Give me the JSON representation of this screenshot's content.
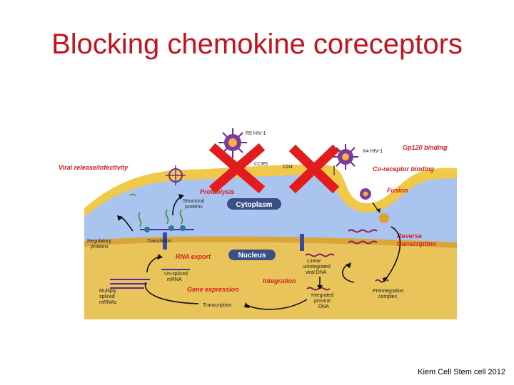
{
  "slide": {
    "title": "Blocking chemokine coreceptors",
    "citation": "Kiem Cell Stem cell 2012"
  },
  "diagram": {
    "viruses": {
      "r5": "R5 HIV-1",
      "x4": "X4 HIV-1"
    },
    "receptors": {
      "ccr5": "CCR5",
      "cd4": "CD4"
    },
    "compartments": {
      "cytoplasm": "Cytoplasm",
      "nucleus": "Nucleus"
    },
    "steps": {
      "viral_release": "Viral release/infectivity",
      "gp120_binding": "Gp120 binding",
      "coreceptor_binding": "Co-receptor binding",
      "fusion": "Fusion",
      "proteolysis": "Proteolysis",
      "reverse_transcription_1": "Reverse",
      "reverse_transcription_2": "transcription",
      "rna_export": "RNA export",
      "integration": "Integration",
      "gene_expression": "Gene expression"
    },
    "labels": {
      "structural_proteins_1": "Structural",
      "structural_proteins_2": "proteins",
      "regulatory_proteins_1": "Regulatory",
      "regulatory_proteins_2": "proteins",
      "translation": "Translation",
      "unspliced_1": "Un-spliced",
      "unspliced_2": "mRNA",
      "multiply_spliced_1": "Multiply",
      "multiply_spliced_2": "spliced",
      "multiply_spliced_3": "mRNAs",
      "linear_dna_1": "Linear",
      "linear_dna_2": "unintegrated",
      "linear_dna_3": "viral DNA",
      "integrated_dna_1": "Integrated",
      "integrated_dna_2": "proviral",
      "integrated_dna_3": "DNA",
      "preintegration_1": "Preintegration",
      "preintegration_2": "complex",
      "transcription": "Transcription"
    },
    "colors": {
      "block_x": "#e21c1c",
      "membrane": "#f0c84a",
      "cytoplasm": "#a9c4ee",
      "nucleus": "#e8c45a",
      "virus": "#6a2a8a",
      "step_text": "#d42020"
    }
  }
}
